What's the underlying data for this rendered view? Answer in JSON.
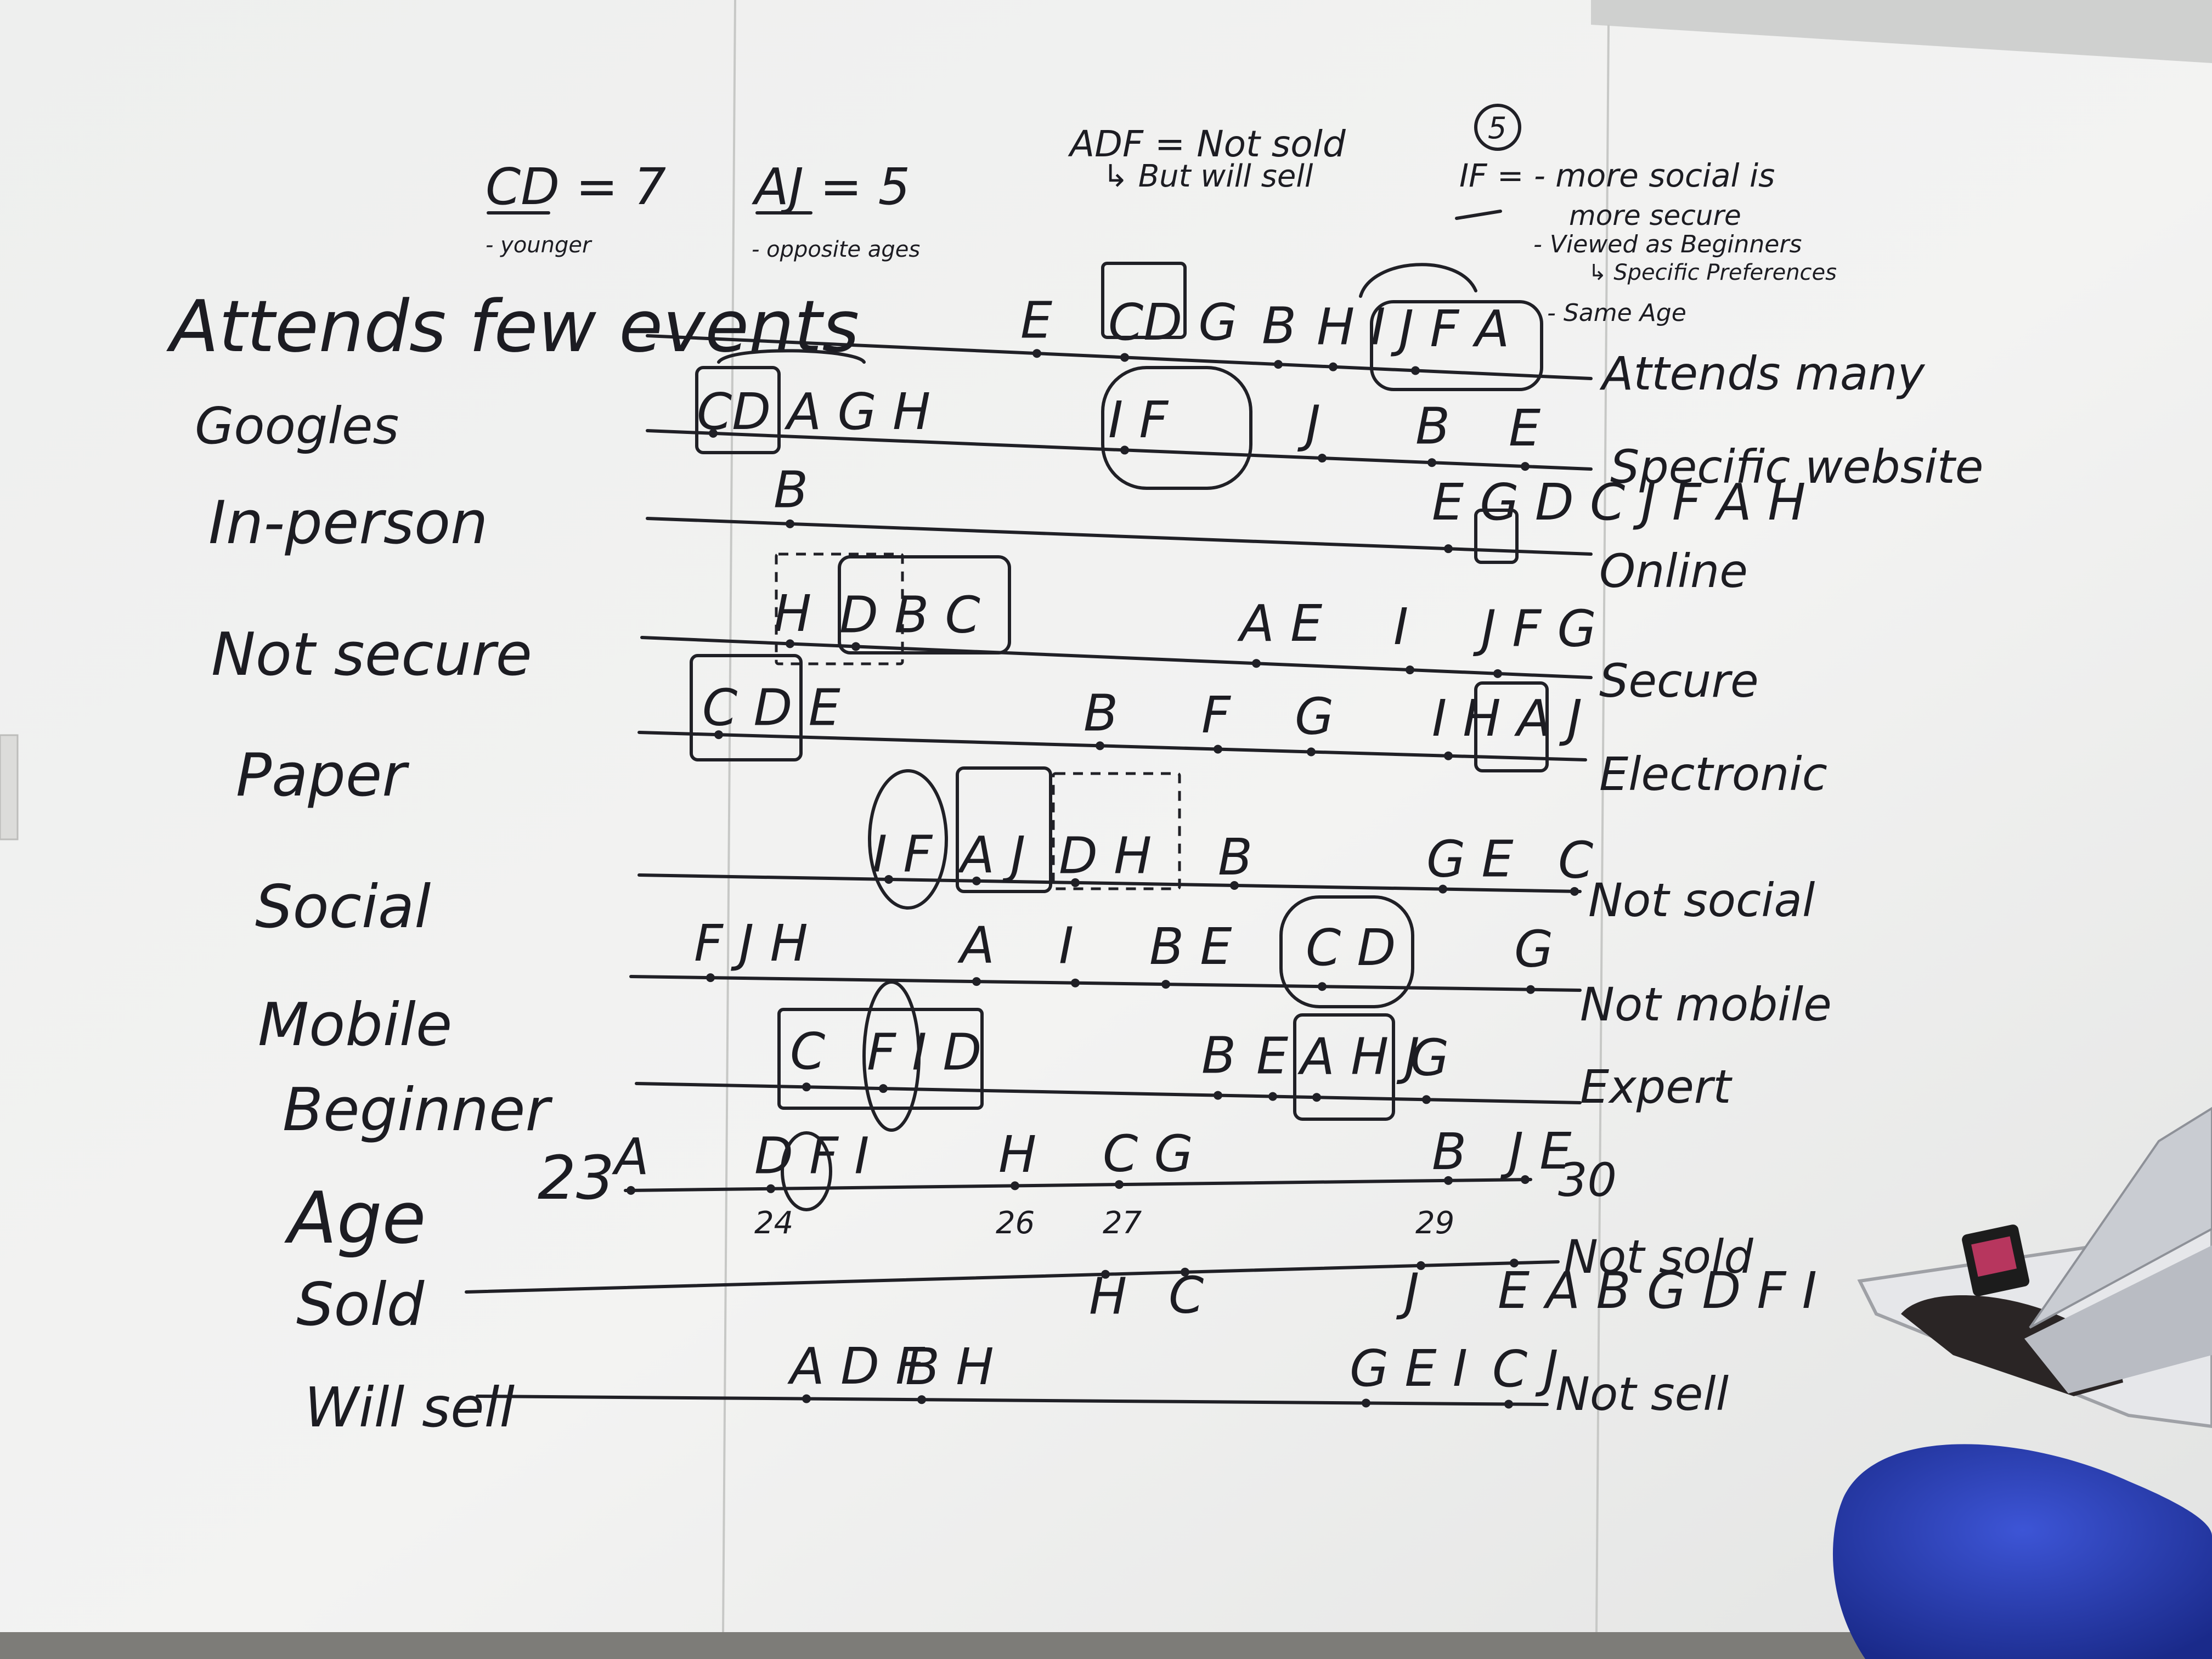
{
  "notes": {
    "cd": "CD = 7",
    "cd_sub": "- younger",
    "aj": "AJ = 5",
    "aj_sub": "- opposite ages",
    "adf_1": "ADF = Not sold",
    "adf_2": "↳ But will sell",
    "circled": "5",
    "if_title": "IF = - more social is",
    "if_2": "more secure",
    "if_3": "- Viewed as Beginners",
    "if_4": "↳ Specific Preferences",
    "if_5": "- Same Age"
  },
  "scales": [
    {
      "left": "Attends few events",
      "right": "Attends many",
      "letters": [
        "E",
        "CD G",
        "B",
        "H I",
        "J F A"
      ]
    },
    {
      "left": "Googles",
      "right": "Specific website",
      "letters": [
        "CD A G H",
        "I     F",
        "J",
        "B",
        "E"
      ]
    },
    {
      "left": "In-person",
      "right": "Online",
      "letters": [
        "B",
        "E G D C J F A H"
      ]
    },
    {
      "left": "Not secure",
      "right": "Secure",
      "letters": [
        "H",
        "D B C",
        "A E",
        "I",
        "J F G"
      ]
    },
    {
      "left": "Paper",
      "right": "Electronic",
      "letters": [
        "C D E",
        "B",
        "F",
        "G",
        "I H A J"
      ]
    },
    {
      "left": "Social",
      "right": "Not social",
      "letters": [
        "I F",
        "A J",
        "D  H",
        "B",
        "G E",
        "C"
      ]
    },
    {
      "left": "Mobile",
      "right": "Not mobile",
      "letters": [
        "F J H",
        "A",
        "I",
        "B E",
        "C D",
        "G"
      ]
    },
    {
      "left": "Beginner",
      "right": "Expert",
      "letters": [
        "C",
        "F I D",
        "B",
        "E",
        "A H J",
        "G"
      ]
    },
    {
      "left": "Age",
      "right": "30",
      "start": "23",
      "letters": [
        "A",
        "D F I",
        "H",
        "C G",
        "B",
        "J E"
      ],
      "ticks": [
        "24",
        "26",
        "27",
        "29"
      ]
    },
    {
      "left": "Sold",
      "right": "Not sold",
      "letters": [
        "H",
        "C",
        "J",
        "E A B G D F I"
      ]
    },
    {
      "left": "Will sell",
      "right": "Not sell",
      "letters": [
        "A D F",
        "B H",
        "G E I",
        "C J"
      ]
    }
  ]
}
